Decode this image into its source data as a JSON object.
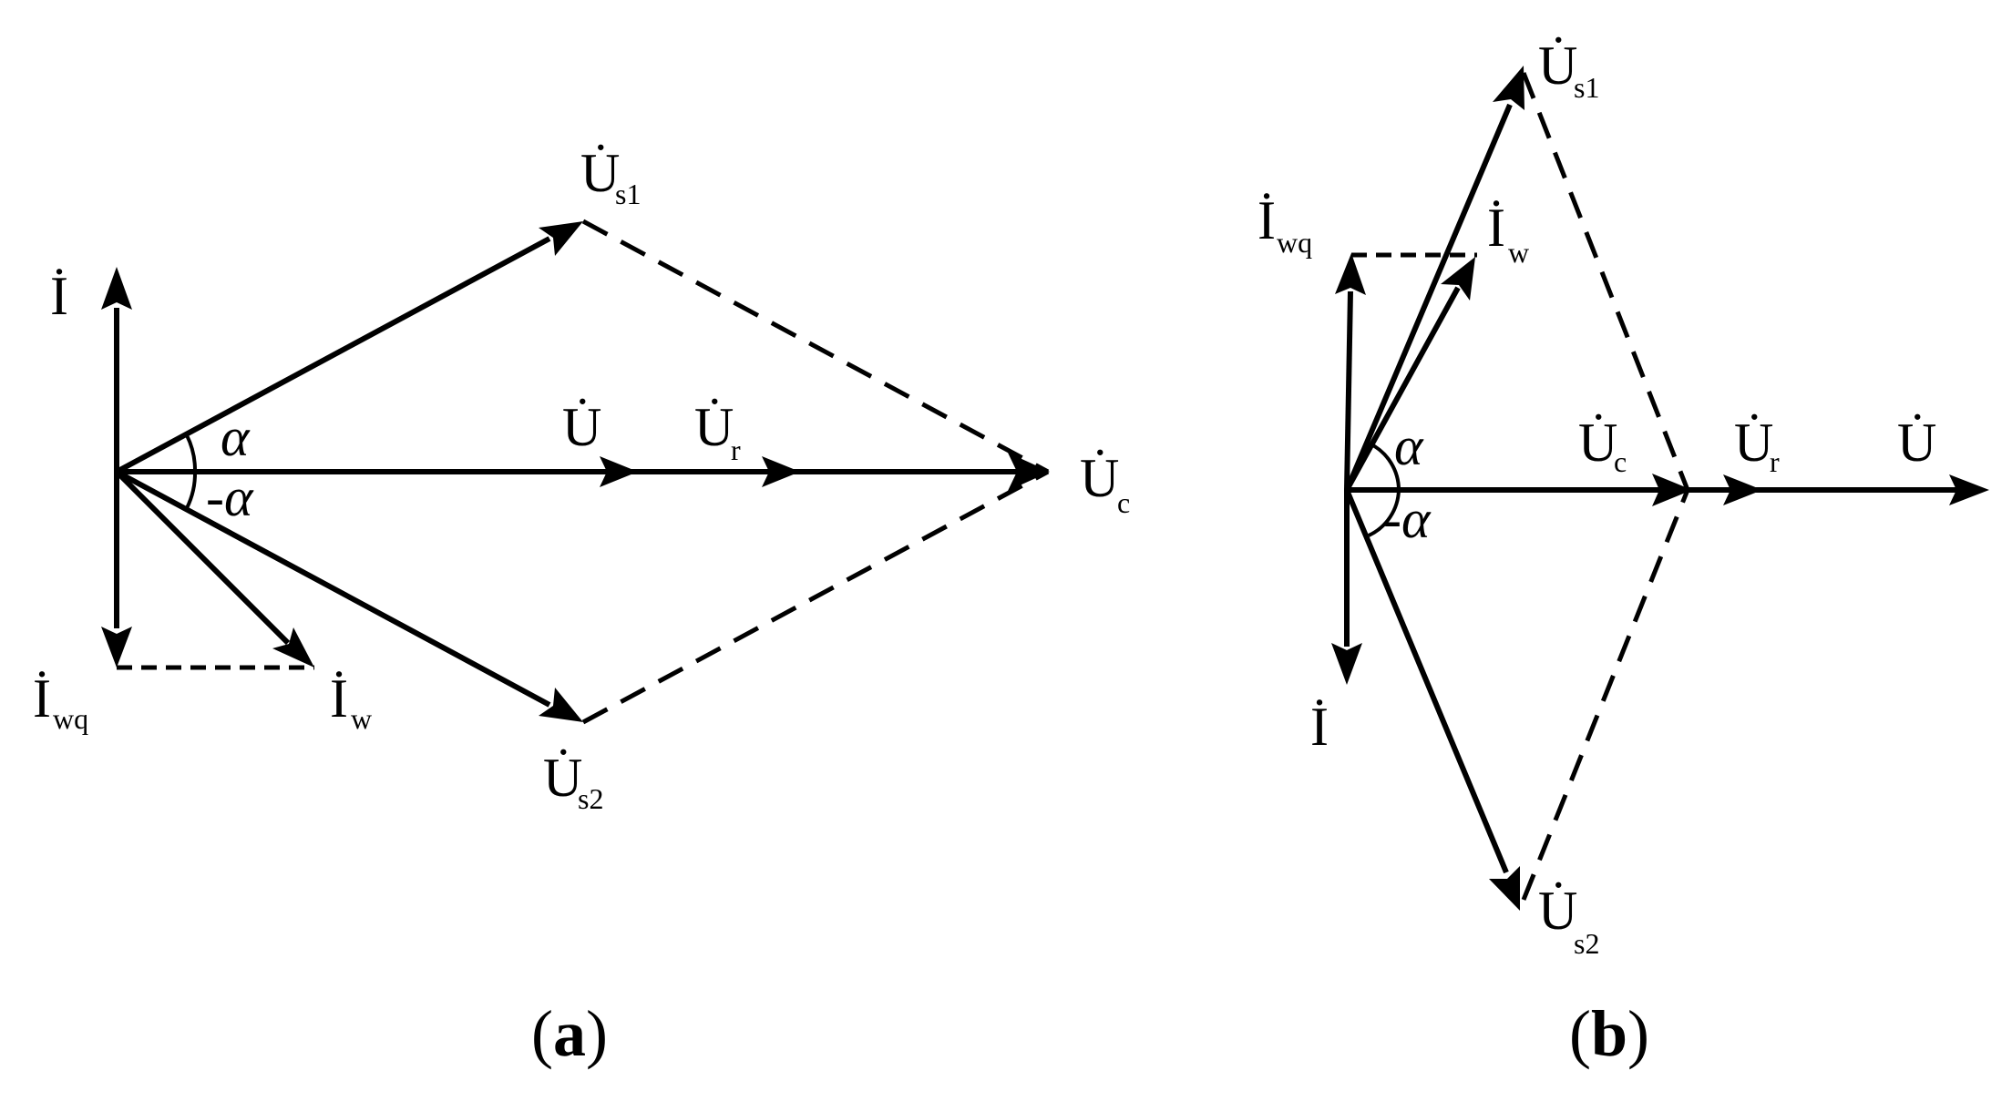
{
  "panels": [
    {
      "id": "a",
      "caption": {
        "open": "(",
        "letter": "a",
        "close": ")"
      },
      "labels": {
        "I": {
          "main": "İ",
          "sub": ""
        },
        "Iwq": {
          "main": "İ",
          "sub": "wq"
        },
        "Iw": {
          "main": "İ",
          "sub": "w"
        },
        "Us1": {
          "main": "U̇",
          "sub": "s1"
        },
        "Us2": {
          "main": "U̇",
          "sub": "s2"
        },
        "U": {
          "main": "U̇",
          "sub": ""
        },
        "Ur": {
          "main": "U̇",
          "sub": "r"
        },
        "Uc": {
          "main": "U̇",
          "sub": "c"
        },
        "alpha": "α",
        "neg_alpha": "-α"
      }
    },
    {
      "id": "b",
      "caption": {
        "open": "(",
        "letter": "b",
        "close": ")"
      },
      "labels": {
        "I": {
          "main": "İ",
          "sub": ""
        },
        "Iwq": {
          "main": "İ",
          "sub": "wq"
        },
        "Iw": {
          "main": "İ",
          "sub": "w"
        },
        "Us1": {
          "main": "U̇",
          "sub": "s1"
        },
        "Us2": {
          "main": "U̇",
          "sub": "s2"
        },
        "U": {
          "main": "U̇",
          "sub": ""
        },
        "Ur": {
          "main": "U̇",
          "sub": "r"
        },
        "Uc": {
          "main": "U̇",
          "sub": "c"
        },
        "alpha": "α",
        "neg_alpha": "-α"
      }
    }
  ]
}
